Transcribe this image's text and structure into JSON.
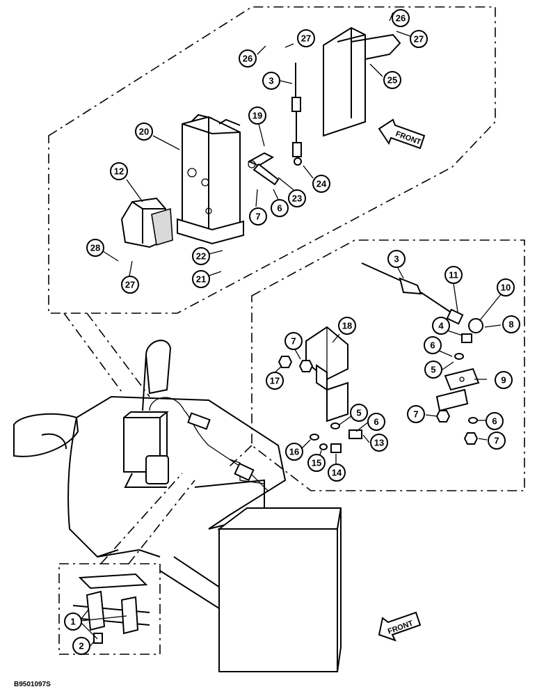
{
  "drawing_code": "B9501097S",
  "front_arrows": [
    {
      "label": "FRONT"
    },
    {
      "label": "FRONT"
    }
  ],
  "callouts": [
    {
      "n": "26"
    },
    {
      "n": "27"
    },
    {
      "n": "26"
    },
    {
      "n": "27"
    },
    {
      "n": "3"
    },
    {
      "n": "25"
    },
    {
      "n": "19"
    },
    {
      "n": "20"
    },
    {
      "n": "12"
    },
    {
      "n": "7"
    },
    {
      "n": "6"
    },
    {
      "n": "23"
    },
    {
      "n": "24"
    },
    {
      "n": "28"
    },
    {
      "n": "22"
    },
    {
      "n": "27"
    },
    {
      "n": "21"
    },
    {
      "n": "3"
    },
    {
      "n": "11"
    },
    {
      "n": "10"
    },
    {
      "n": "18"
    },
    {
      "n": "4"
    },
    {
      "n": "8"
    },
    {
      "n": "7"
    },
    {
      "n": "6"
    },
    {
      "n": "17"
    },
    {
      "n": "5"
    },
    {
      "n": "9"
    },
    {
      "n": "5"
    },
    {
      "n": "6"
    },
    {
      "n": "7"
    },
    {
      "n": "6"
    },
    {
      "n": "13"
    },
    {
      "n": "16"
    },
    {
      "n": "7"
    },
    {
      "n": "15"
    },
    {
      "n": "14"
    },
    {
      "n": "1"
    },
    {
      "n": "2"
    }
  ]
}
